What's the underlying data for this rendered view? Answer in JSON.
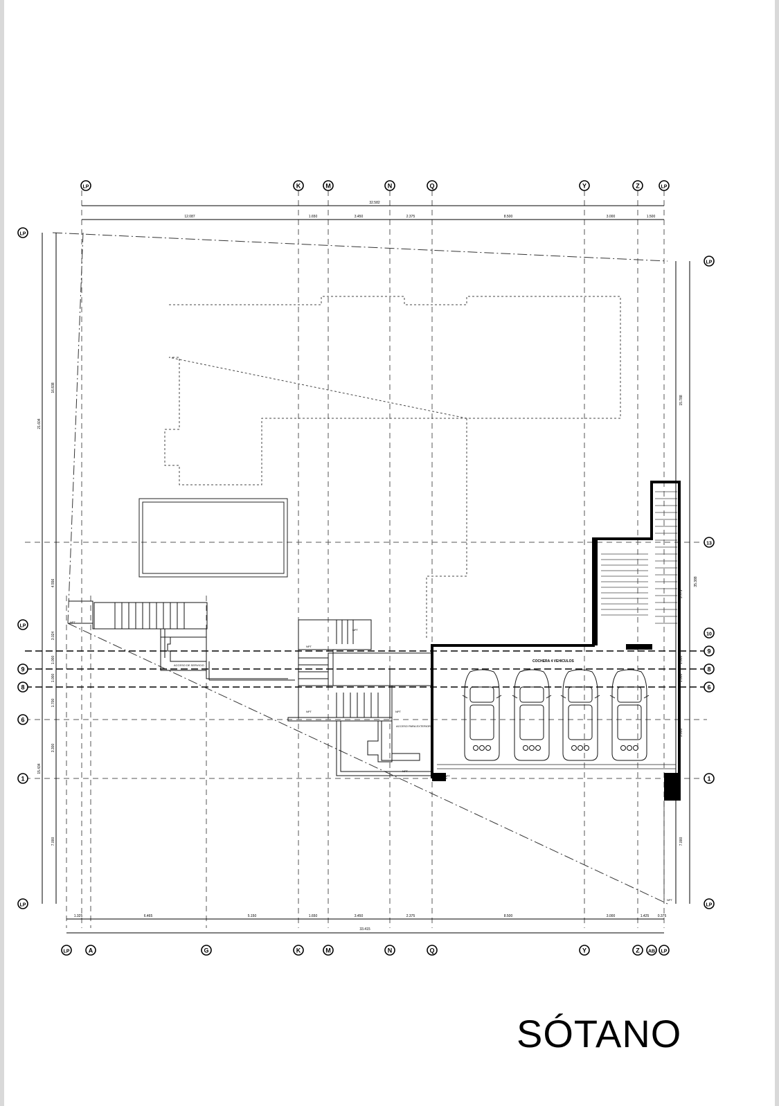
{
  "sheet_title": "SÓTANO",
  "garage_label": "COCHERA 4 VEHICULOS",
  "service_access_label": "ACCESO DE SERVICIO",
  "exterior_access_label": "ACCESO PARA EXTERIOR",
  "grid_columns_top": [
    "LP",
    "K",
    "M",
    "N",
    "Q",
    "Y",
    "Z",
    "LP"
  ],
  "grid_columns_bottom": [
    "LP",
    "A",
    "G",
    "K",
    "M",
    "N",
    "Q",
    "Y",
    "Z",
    "AB",
    "LP"
  ],
  "grid_rows_left": [
    "LP",
    "LP",
    "9",
    "8",
    "6",
    "1",
    "LP"
  ],
  "grid_rows_right": [
    "LP",
    "13",
    "10",
    "9",
    "8",
    "6",
    "1",
    "LP"
  ],
  "dims_top_total": "32.582",
  "dims_top": [
    "12.087",
    "1.650",
    "3.450",
    "2.375",
    "8.500",
    "3.000",
    "1.500"
  ],
  "dims_bottom_total": "33.415",
  "dims_bottom": [
    "1.325",
    "6.465",
    "5.150",
    "1.650",
    "3.450",
    "2.375",
    "8.500",
    "3.000",
    "1.425",
    "0.375"
  ],
  "dims_left_outer": [
    "21.604",
    "15.434"
  ],
  "dims_left_inner": [
    "16.838",
    "4.556",
    "3.024",
    "1.000",
    "1.000",
    "1.700",
    "3.300",
    "7.000"
  ],
  "dims_right_outer": "35.388",
  "dims_right_inner": [
    "15.788",
    "5.775",
    "1.000",
    "1.000",
    "5.000",
    "7.000"
  ],
  "level_tag": "NPT"
}
